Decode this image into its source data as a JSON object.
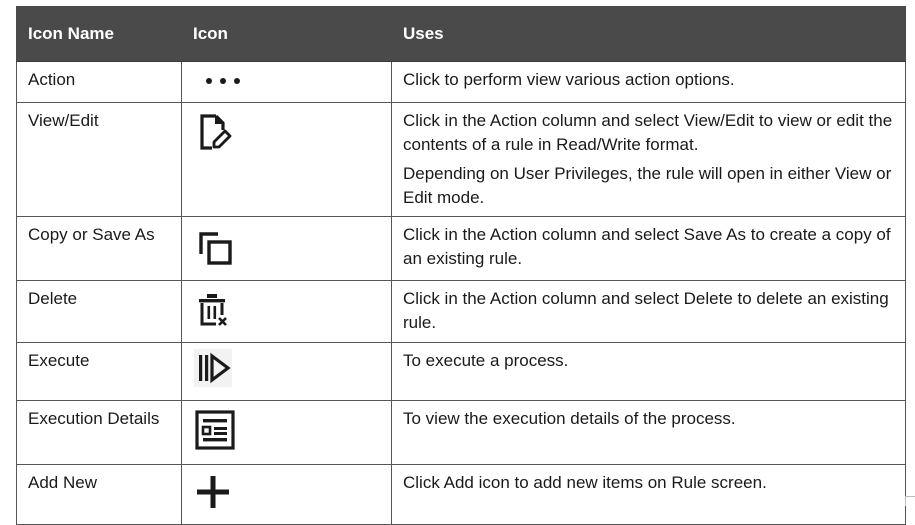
{
  "table": {
    "headers": [
      "Icon Name",
      "Icon",
      "Uses"
    ],
    "rows": [
      {
        "name": "Action",
        "icon": "more-horizontal-icon",
        "uses": [
          "Click to perform view various action options."
        ]
      },
      {
        "name": "View/Edit",
        "icon": "edit-document-icon",
        "uses": [
          "Click in the Action column and select View/Edit to view or edit the contents of a rule in Read/Write format.",
          "Depending on User Privileges, the rule will open in either View or Edit mode."
        ]
      },
      {
        "name": "Copy or Save As",
        "icon": "copy-icon",
        "uses": [
          "Click in the Action column and select Save As to create a copy of an existing rule."
        ]
      },
      {
        "name": "Delete",
        "icon": "trash-icon",
        "uses": [
          "Click in the Action column and select Delete to delete an existing rule."
        ]
      },
      {
        "name": "Execute",
        "icon": "execute-icon",
        "uses": [
          "To execute a process."
        ]
      },
      {
        "name": "Execution Details",
        "icon": "execution-details-icon",
        "uses": [
          "To view the execution details of the process."
        ]
      },
      {
        "name": "Add New",
        "icon": "plus-icon",
        "uses": [
          "Click Add icon to add new items on Rule screen."
        ]
      }
    ]
  }
}
